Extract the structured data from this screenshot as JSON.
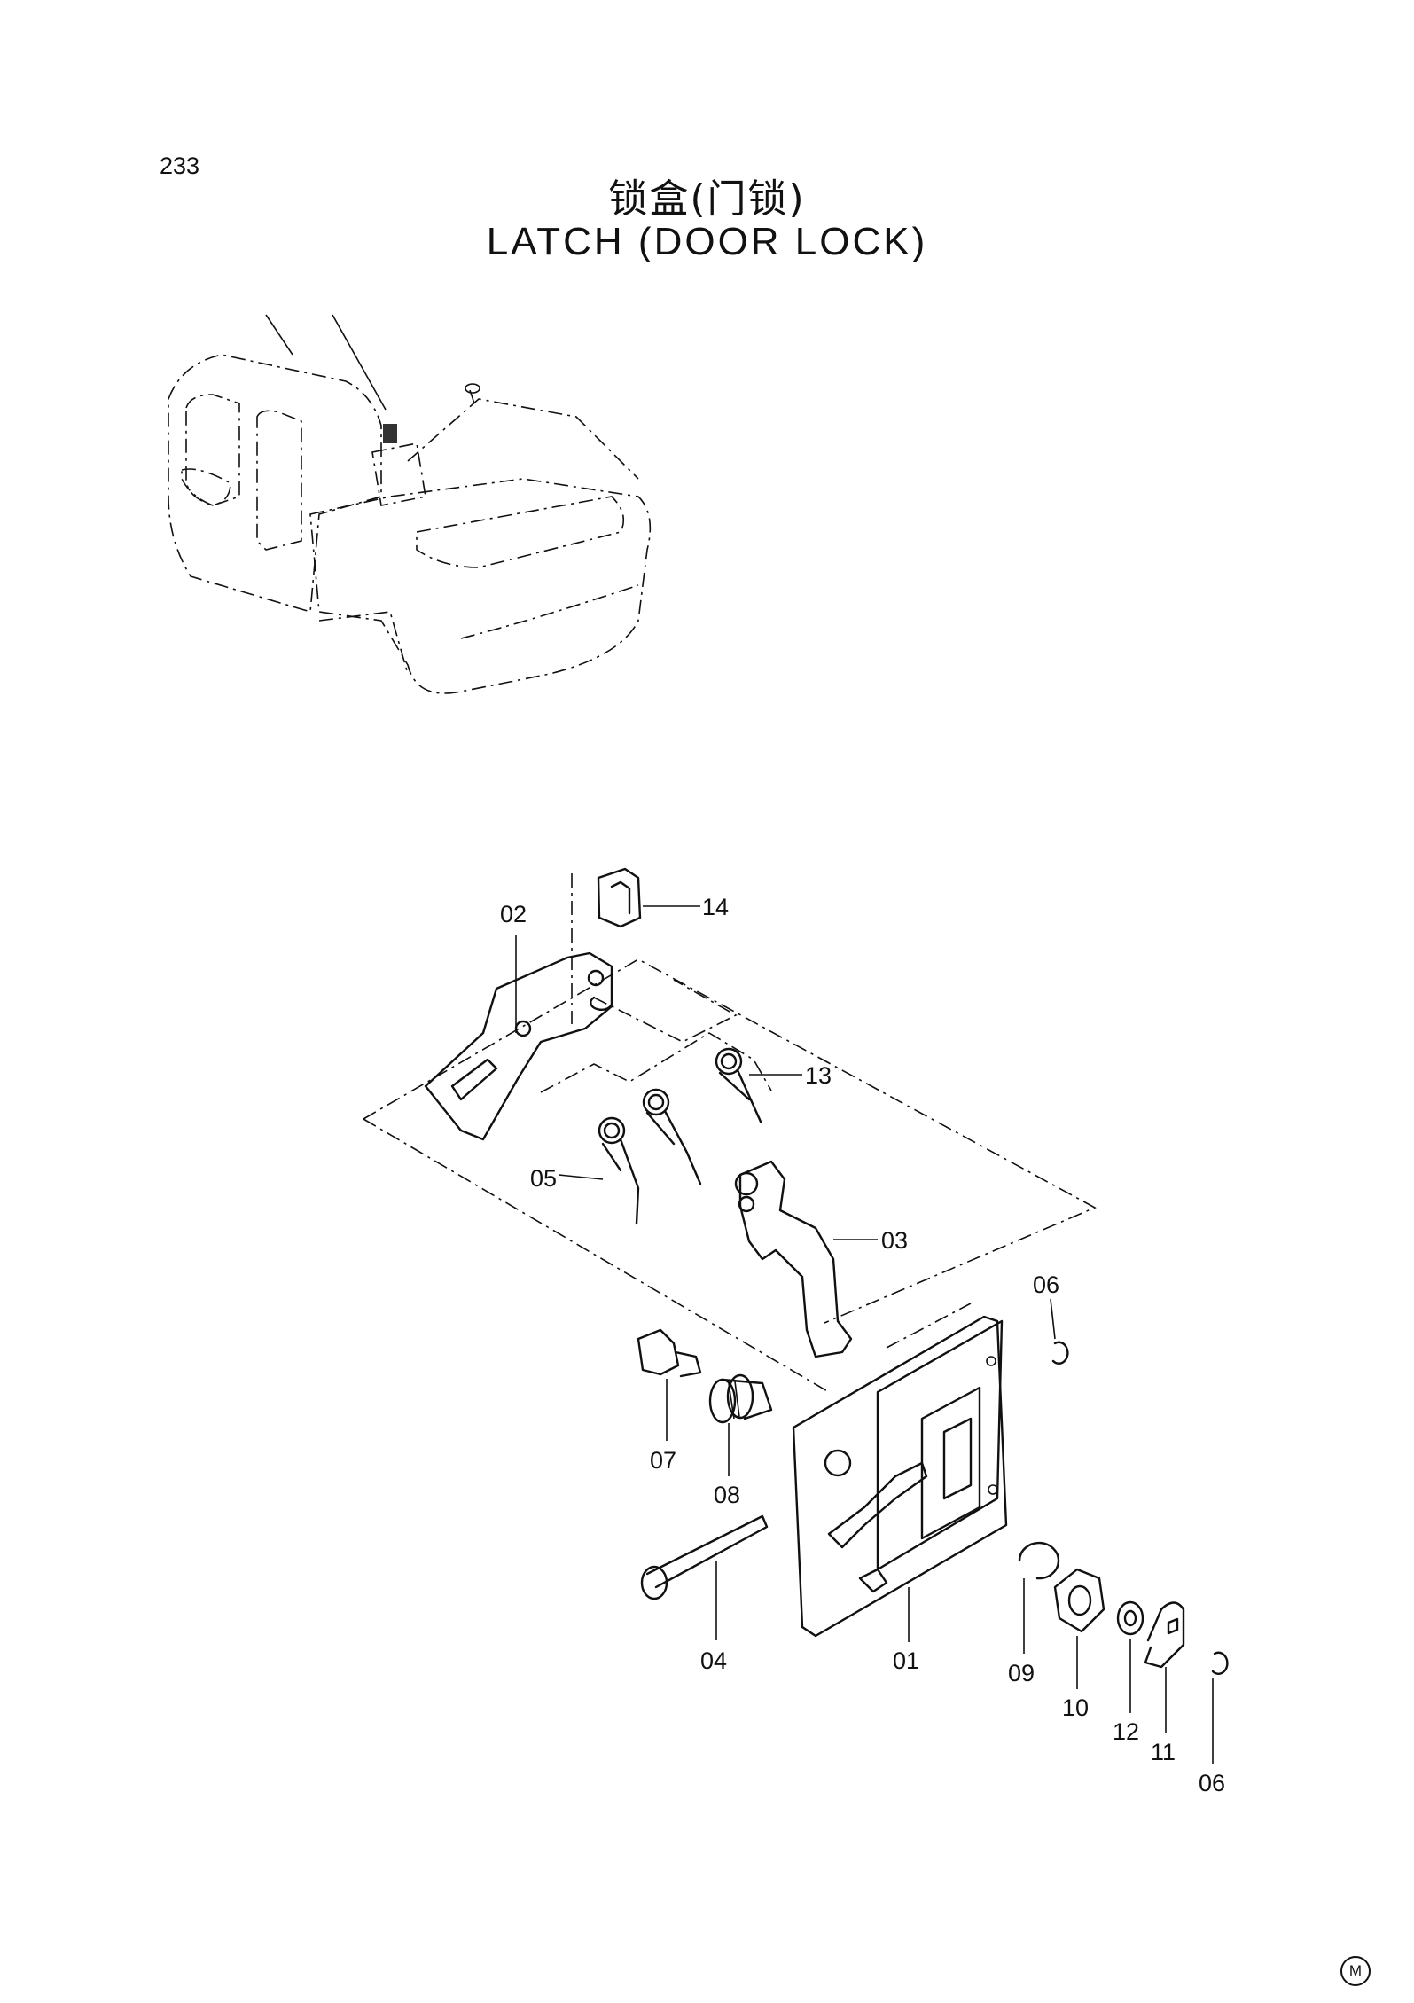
{
  "page_number": "233",
  "title_cn": "锁盒(门锁)",
  "title_en": "LATCH (DOOR LOCK)",
  "mark": "M",
  "callouts": {
    "c01": "01",
    "c02": "02",
    "c03": "03",
    "c04": "04",
    "c05": "05",
    "c06a": "06",
    "c06b": "06",
    "c07": "07",
    "c08": "08",
    "c09": "09",
    "c10": "10",
    "c11": "11",
    "c12": "12",
    "c13": "13",
    "c14": "14"
  }
}
